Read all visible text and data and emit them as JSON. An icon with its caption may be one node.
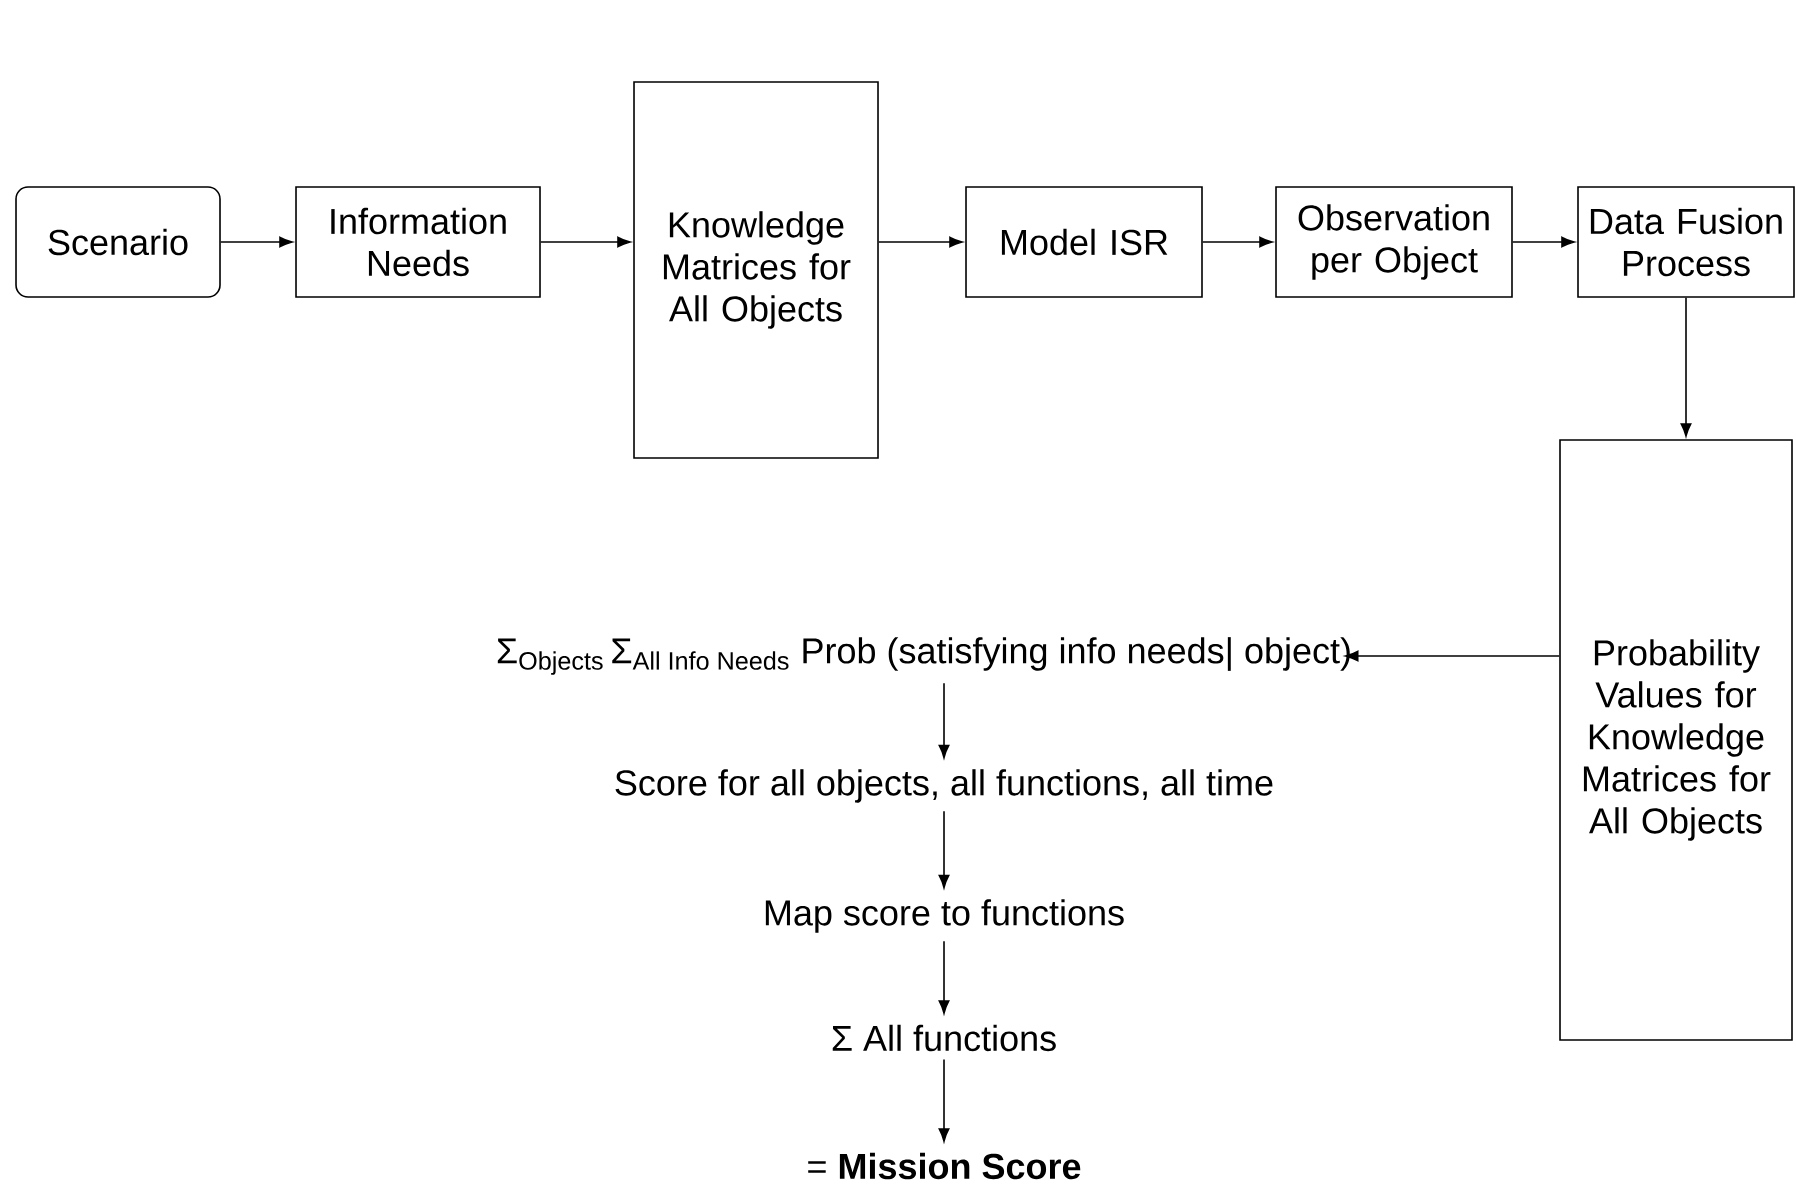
{
  "diagram": {
    "nodes": [
      {
        "text": [
          "Scenario"
        ]
      },
      {
        "text": [
          "Information Needs"
        ]
      },
      {
        "text": [
          "Knowledge Matrices for All Objects"
        ]
      },
      {
        "text": [
          "Model ISR"
        ]
      },
      {
        "text": [
          "Observation per Object"
        ]
      },
      {
        "text": [
          "Data Fusion Process"
        ]
      },
      {
        "text": [
          "Probability Values for Knowledge Matrices for All Objects"
        ]
      },
      {
        "text": [
          "\\text{Σ}_{\\text{Objects}}\\,\\text{Σ}_{\\text{All Info Needs}}\\ \\text{Prob (satisfying info needs| object)}"
        ]
      },
      {
        "text": [
          "Score for all objects,  all functions,  all time"
        ]
      },
      {
        "text": [
          "Map score to functions"
        ]
      },
      {
        "text": [
          "Σ All functions"
        ]
      },
      {
        "text": [
          "= **Mission Score**"
        ]
      }
    ],
    "edges": [
      {
        "from": 0,
        "to": 1,
        "arrow": "to"
      },
      {
        "from": 1,
        "to": 2,
        "arrow": "to"
      },
      {
        "from": 2,
        "to": 3,
        "arrow": "to"
      },
      {
        "from": 3,
        "to": 4,
        "arrow": "to"
      },
      {
        "from": 4,
        "to": 5,
        "arrow": "to"
      },
      {
        "from": 5,
        "to": 6,
        "arrow": "to"
      },
      {
        "from": 6,
        "to": 7,
        "arrow": "to"
      },
      {
        "from": 7,
        "to": 8,
        "arrow": "to"
      },
      {
        "from": 8,
        "to": 9,
        "arrow": "to"
      },
      {
        "from": 9,
        "to": 10,
        "arrow": "to"
      },
      {
        "from": 10,
        "to": 11,
        "arrow": "to"
      }
    ]
  }
}
